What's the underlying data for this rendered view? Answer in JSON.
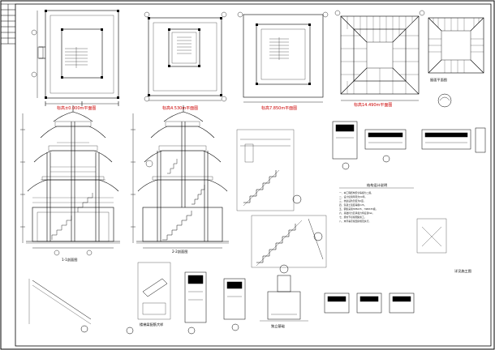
{
  "sheet": {
    "plan_captions": [
      "标高±0.000m平面图",
      "标高4.530m平面图",
      "标高7.850m平面图",
      "标高14.490m平面图",
      "屋面平面图"
    ],
    "section_captions": [
      "1-1剖面图",
      "2-2剖面图"
    ],
    "detail_captions": [
      "楼梯梁配筋大样",
      "独立基础"
    ],
    "notes_title": "结构设计说明",
    "notes_lines": [
      "一、本工程结构安全等级为二级。",
      "二、设计使用年限为50年。",
      "三、抗震设防烈度为6度。",
      "四、混凝土强度等级C25。",
      "五、钢筋采用HPB235、HRB335级。",
      "六、基础持力层承载力特征值fak。",
      "七、梁柱节点按图集施工。",
      "八、未尽事宜按国家规范执行。"
    ],
    "stamp_text": "详见施工图"
  },
  "colors": {
    "line": "#000000",
    "accent": "#cc0000",
    "paper": "#ffffff"
  }
}
